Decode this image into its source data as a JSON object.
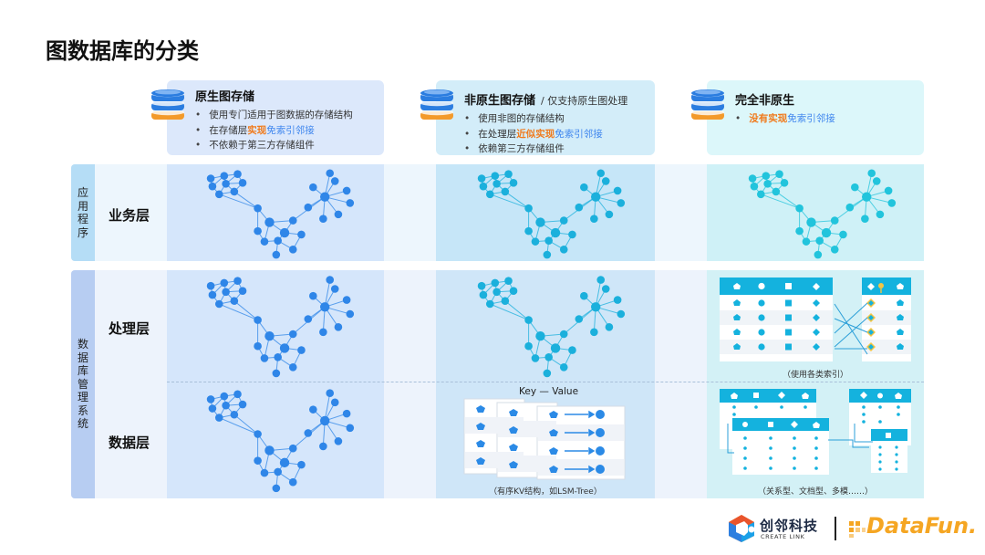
{
  "title": "图数据库的分类",
  "columns": [
    {
      "title": "原生图存储",
      "note": "",
      "bullets": [
        [
          {
            "t": "使用专门适用于图数据的存储结构",
            "c": ""
          }
        ],
        [
          {
            "t": "在存储层",
            "c": ""
          },
          {
            "t": "实现",
            "c": "orange"
          },
          {
            "t": "免索引邻接",
            "c": "blue"
          }
        ],
        [
          {
            "t": "不依赖于第三方存储组件",
            "c": ""
          }
        ]
      ]
    },
    {
      "title": "非原生图存储",
      "note": "/ 仅支持原生图处理",
      "bullets": [
        [
          {
            "t": "使用非图的存储结构",
            "c": ""
          }
        ],
        [
          {
            "t": "在处理层",
            "c": ""
          },
          {
            "t": "近似实现",
            "c": "orange"
          },
          {
            "t": "免索引邻接",
            "c": "blue"
          }
        ],
        [
          {
            "t": "依赖第三方存储组件",
            "c": ""
          }
        ]
      ]
    },
    {
      "title": "完全非原生",
      "note": "",
      "bullets": [
        [
          {
            "t": "没有实现",
            "c": "orange"
          },
          {
            "t": "免索引邻接",
            "c": "blue"
          }
        ]
      ]
    }
  ],
  "left_labels": {
    "app_vertical": "应用程序",
    "db_vertical": "数据库管理系统"
  },
  "layers": {
    "business": "业务层",
    "processing": "处理层",
    "data": "数据层"
  },
  "captions": {
    "kv_title": "Key — Value",
    "kv_caption": "（有序KV结构，如LSM-Tree）",
    "index_caption": "（使用各类索引）",
    "model_caption": "（关系型、文档型、多模……）"
  },
  "logos": {
    "createlink_cn": "创邻科技",
    "createlink_en": "CREATE LINK",
    "datafun": "DataFun."
  },
  "colors": {
    "graph_blue": "#2f86e8",
    "graph_cyan": "#1bb0dc",
    "graph_teal": "#22c4dc",
    "orange": "#f07a1c",
    "link_blue": "#3f86ee"
  }
}
